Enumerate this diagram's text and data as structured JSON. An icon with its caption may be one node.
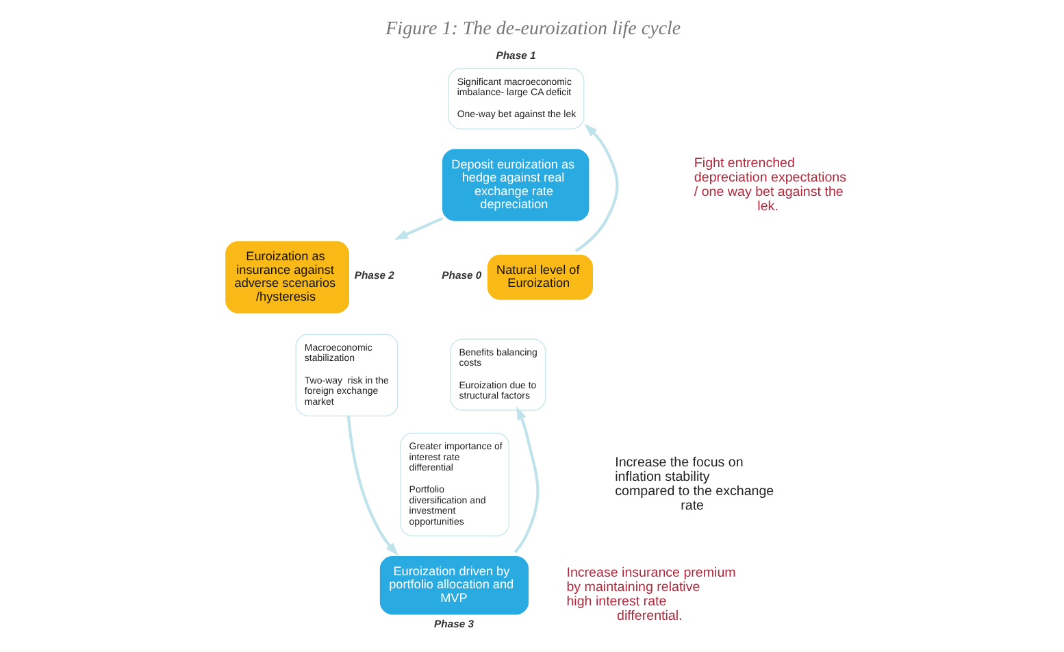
{
  "diagram": {
    "title": "Figure 1: The de-euroization life cycle",
    "nodes": [
      {
        "text": [
          "Significant macroeconomic imbalance- large CA deficit",
          "One-way bet against the lek"
        ],
        "beside": [
          "Phase 1"
        ]
      },
      {
        "text": [
          "Deposit euroization as hedge against real exchange rate depreciation"
        ]
      },
      {
        "text": [
          "Euroization as insurance against adverse scenarios /hysteresis"
        ],
        "beside": [
          "Phase 2"
        ]
      },
      {
        "text": [
          "Macroeconomic stabilization",
          "Two-way  risk in the foreign exchange market"
        ]
      },
      {
        "text": [
          "Greater importance of interest rate differential",
          "Portfolio diversification and investment opportunities"
        ]
      },
      {
        "text": [
          "Euroization driven by portfolio allocation and MVP"
        ],
        "beside": [
          "Phase 3"
        ]
      },
      {
        "text": [
          "Natural level of Euroization"
        ],
        "beside": [
          "Phase 0"
        ]
      },
      {
        "text": [
          "Benefits balancing costs",
          "Euroization due to structural factors"
        ]
      }
    ],
    "edges": [
      {
        "from": 6,
        "to": 0,
        "arrow": "to"
      },
      {
        "from": 1,
        "to": 2,
        "arrow": "to"
      },
      {
        "from": 3,
        "to": 5,
        "arrow": "to"
      },
      {
        "from": 5,
        "to": 7,
        "arrow": "to"
      }
    ],
    "labels": [
      "Fight entrenched depreciation expectations / one way bet against the lek.",
      "Increase the focus on inflation stability compared to the exchange rate",
      "Increase insurance premium by maintaining relative high interest rate differential."
    ]
  }
}
